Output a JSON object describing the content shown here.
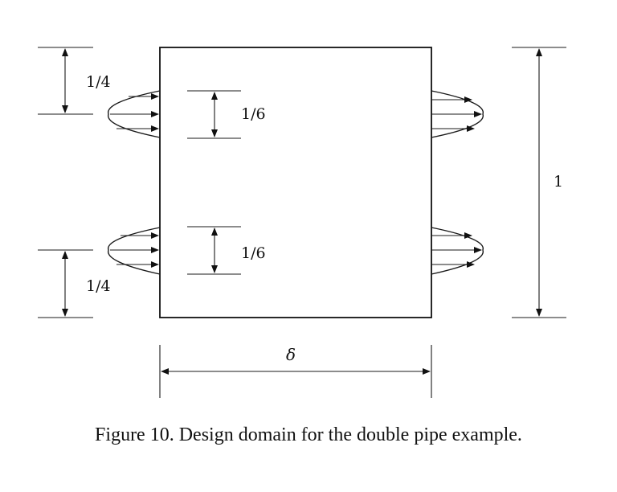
{
  "labels": {
    "inlet_spacing_top": "1/4",
    "pipe_width_top": "1/6",
    "pipe_width_bottom": "1/6",
    "inlet_spacing_bottom": "1/4",
    "domain_height": "1",
    "domain_width": "δ"
  },
  "caption": "Figure 10. Design domain for the double pipe example."
}
